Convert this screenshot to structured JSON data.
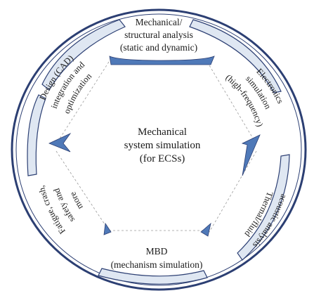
{
  "segments": {
    "mechanical": {
      "line1": "Mechanical/",
      "line2": "structural analysis",
      "line3": "(static and dynamic)"
    },
    "mbd": {
      "line1": "MBD",
      "line2": "(mechanism simulation)"
    }
  },
  "center": {
    "line1": "Mechanical",
    "line2": "system simulation",
    "line3": "(for ECSs)"
  },
  "arc_labels": {
    "design_cad": "Design (CAD)",
    "integration": "integration and",
    "optimization": "optimization",
    "electronics_1": "Electronics",
    "electronics_2": "simulation",
    "electronics_3": "(high-frequency)",
    "thermal_1": "Thermal/fluid",
    "thermal_2": "acoustic analysis",
    "fatigue_1": "Fatigue, crash,",
    "fatigue_2": "safety and",
    "fatigue_3": "more"
  },
  "colors": {
    "ring": "#2c3f73",
    "ring_fill": "#dfe7f2",
    "accent": "#4f79b8",
    "divider": "#9a9a9a"
  }
}
